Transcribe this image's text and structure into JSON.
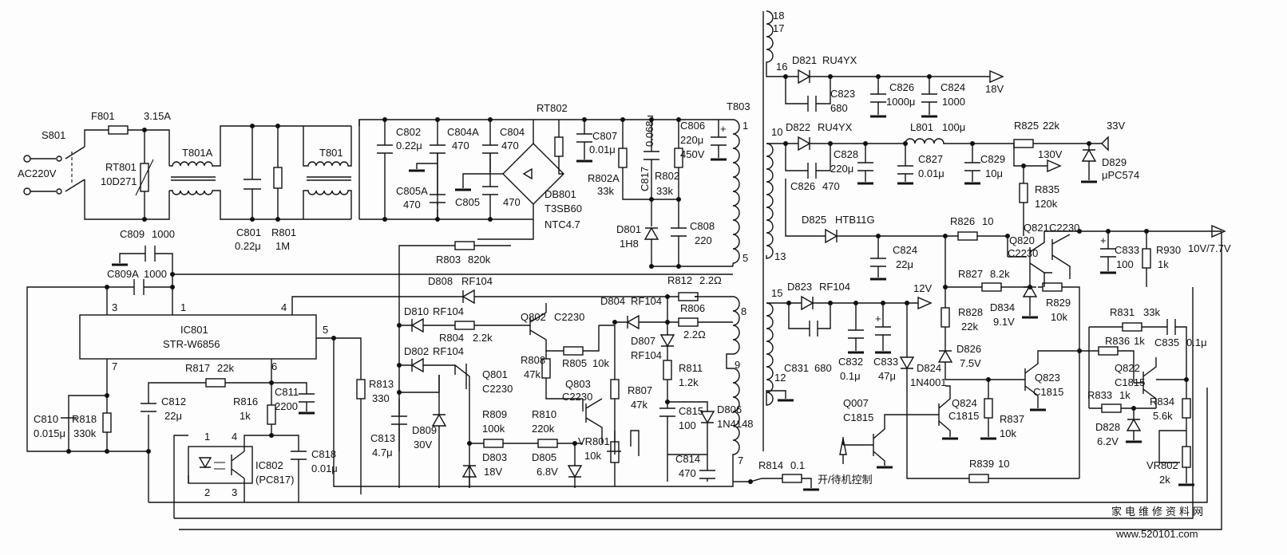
{
  "components": {
    "S801": {
      "ref": "S801"
    },
    "AC": {
      "label": "AC220V"
    },
    "F801": {
      "ref": "F801",
      "value": "3.15A"
    },
    "RT801": {
      "ref": "RT801",
      "value": "10D271"
    },
    "T801A": {
      "ref": "T801A"
    },
    "T801": {
      "ref": "T801"
    },
    "C801": {
      "ref": "C801",
      "value": "0.22μ"
    },
    "R801": {
      "ref": "R801",
      "value": "1M"
    },
    "C802": {
      "ref": "C802",
      "value": "0.22μ"
    },
    "C804A": {
      "ref": "C804A",
      "value": "470"
    },
    "C804": {
      "ref": "C804",
      "value": "470"
    },
    "C805A": {
      "ref": "C805A",
      "value": "470"
    },
    "C805": {
      "ref": "C805",
      "value": "470"
    },
    "RT802": {
      "ref": "RT802"
    },
    "DB801": {
      "ref": "DB801",
      "value": "T3SB60"
    },
    "NTC": {
      "value": "NTC4.7"
    },
    "C807": {
      "ref": "C807",
      "value": "0.01μ"
    },
    "C817": {
      "ref": "C817",
      "value": "0.068μ"
    },
    "R802A": {
      "ref": "R802A",
      "value": "33k"
    },
    "R802": {
      "ref": "R802",
      "value": "33k"
    },
    "C806": {
      "ref": "C806",
      "value1": "220μ",
      "value2": "450V"
    },
    "T803": {
      "ref": "T803"
    },
    "D801": {
      "ref": "D801",
      "value": "1H8"
    },
    "C808": {
      "ref": "C808",
      "value": "220"
    },
    "C809": {
      "ref": "C809",
      "value": "1000"
    },
    "C809A": {
      "ref": "C809A",
      "value": "1000"
    },
    "R803": {
      "ref": "R803",
      "value": "820k"
    },
    "D808": {
      "ref": "D808",
      "value": "RF104"
    },
    "R812": {
      "ref": "R812",
      "value": "2.2Ω"
    },
    "R806": {
      "ref": "R806",
      "value": "2.2Ω"
    },
    "D810": {
      "ref": "D810",
      "value": "RF104"
    },
    "D802": {
      "ref": "D802",
      "value": "RF104"
    },
    "R804": {
      "ref": "R804",
      "value": "2.2k"
    },
    "Q802": {
      "ref": "Q802",
      "value": "C2230"
    },
    "D804": {
      "ref": "D804",
      "value": "RF104"
    },
    "IC801": {
      "ref": "IC801",
      "value": "STR-W6856"
    },
    "R808": {
      "ref": "R808",
      "value": "47k"
    },
    "R805": {
      "ref": "R805",
      "value": "10k"
    },
    "D807": {
      "ref": "D807",
      "value": "RF104"
    },
    "Q801": {
      "ref": "Q801",
      "value": "C2230"
    },
    "Q803": {
      "ref": "Q803",
      "value": "C2230"
    },
    "R811": {
      "ref": "R811",
      "value": "1.2k"
    },
    "R817": {
      "ref": "R817",
      "value": "22k"
    },
    "R816": {
      "ref": "R816",
      "value": "1k"
    },
    "C811": {
      "ref": "C811",
      "value": "2200"
    },
    "C812": {
      "ref": "C812",
      "value": "22μ"
    },
    "R813": {
      "ref": "R813",
      "value": "330"
    },
    "R807": {
      "ref": "R807",
      "value": "47k"
    },
    "C810": {
      "ref": "C810",
      "value": "0.015μ"
    },
    "R818": {
      "ref": "R818",
      "value": "330k"
    },
    "R809": {
      "ref": "R809",
      "value": "100k"
    },
    "R810": {
      "ref": "R810",
      "value": "220k"
    },
    "VR801": {
      "ref": "VR801",
      "value": "10k"
    },
    "C815": {
      "ref": "C815",
      "value": "100"
    },
    "D806": {
      "ref": "D806",
      "value": "1N4148"
    },
    "C813": {
      "ref": "C813",
      "value": "4.7μ"
    },
    "D809": {
      "ref": "D809",
      "value": "30V"
    },
    "D803": {
      "ref": "D803",
      "value": "18V"
    },
    "D805": {
      "ref": "D805",
      "value": "6.8V"
    },
    "C814": {
      "ref": "C814",
      "value": "470"
    },
    "IC802": {
      "ref": "IC802",
      "value": "(PC817)"
    },
    "C818": {
      "ref": "C818",
      "value": "0.01μ"
    },
    "R814": {
      "ref": "R814",
      "value": "0.1"
    },
    "D821": {
      "ref": "D821",
      "value": "RU4YX"
    },
    "C823": {
      "ref": "C823",
      "value": "680"
    },
    "C826a": {
      "ref": "C826",
      "value": "1000μ"
    },
    "C824a": {
      "ref": "C824",
      "value": "1000"
    },
    "D822": {
      "ref": "D822",
      "value": "RU4YX"
    },
    "C828": {
      "ref": "C828",
      "value": "220μ"
    },
    "C826b": {
      "ref": "C826",
      "value": "470"
    },
    "L801": {
      "ref": "L801",
      "value": "100μ"
    },
    "C827": {
      "ref": "C827",
      "value": "0.01μ"
    },
    "C829": {
      "ref": "C829",
      "value": "10μ"
    },
    "R825": {
      "ref": "R825",
      "value": "22k"
    },
    "D829": {
      "ref": "D829",
      "value": "μPC574"
    },
    "R835": {
      "ref": "R835",
      "value": "120k"
    },
    "D825": {
      "ref": "D825",
      "value": "HTB11G"
    },
    "R826": {
      "ref": "R826",
      "value": "10"
    },
    "Q821": {
      "ref": "Q821",
      "value": "C2230"
    },
    "Q820": {
      "ref": "Q820",
      "value": "C2230"
    },
    "C824b": {
      "ref": "C824",
      "value": "22μ"
    },
    "C833a": {
      "ref": "C833",
      "value": "100"
    },
    "R930": {
      "ref": "R930",
      "value": "1k"
    },
    "R827": {
      "ref": "R827",
      "value": "8.2k"
    },
    "D834": {
      "ref": "D834",
      "value": "9.1V"
    },
    "R829": {
      "ref": "R829",
      "value": "10k"
    },
    "D823": {
      "ref": "D823",
      "value": "RF104"
    },
    "R828": {
      "ref": "R828",
      "value": "22k"
    },
    "R831": {
      "ref": "R831",
      "value": "33k"
    },
    "C835": {
      "ref": "C835",
      "value": "0.1μ"
    },
    "C831": {
      "ref": "C831",
      "value": "680"
    },
    "C832": {
      "ref": "C832",
      "value": "0.1μ"
    },
    "C833b": {
      "ref": "C833",
      "value": "47μ"
    },
    "D826": {
      "ref": "D826",
      "value": "7.5V"
    },
    "R836": {
      "ref": "R836",
      "value": "1k"
    },
    "D824": {
      "ref": "D824",
      "value": "1N4001"
    },
    "Q823": {
      "ref": "Q823",
      "value": "C1815"
    },
    "Q822": {
      "ref": "Q822",
      "value": "C1815"
    },
    "Q824": {
      "ref": "Q824",
      "value": "C1815"
    },
    "R833": {
      "ref": "R833",
      "value": "1k"
    },
    "R834": {
      "ref": "R834",
      "value": "5.6k"
    },
    "Q007": {
      "ref": "Q007",
      "value": "C1815"
    },
    "R837": {
      "ref": "R837",
      "value": "10k"
    },
    "D828": {
      "ref": "D828",
      "value": "6.2V"
    },
    "R839": {
      "ref": "R839",
      "value": "10"
    },
    "VR802": {
      "ref": "VR802",
      "value": "2k"
    }
  },
  "pins": {
    "ic801_1": "1",
    "ic801_3": "3",
    "ic801_4": "4",
    "ic801_5": "5",
    "ic801_6": "6",
    "ic801_7": "7",
    "ic802_1": "1",
    "ic802_2": "2",
    "ic802_3": "3",
    "ic802_4": "4",
    "t803_1": "1",
    "t803_5": "5",
    "t803_7": "7",
    "t803_8": "8",
    "t803_9": "9",
    "sec_10": "10",
    "sec_12": "12",
    "sec_13": "13",
    "sec_15": "15",
    "sec_16": "16",
    "sec_17": "17",
    "sec_18": "18"
  },
  "outputs": {
    "v18": "18V",
    "v33": "33V",
    "v130": "130V",
    "v10": "10V/7.7V",
    "v12": "12V"
  },
  "control": {
    "standby_label": "开/待机控制"
  },
  "watermark": {
    "name": "家电维修资料网",
    "url": "www.520101.com"
  }
}
